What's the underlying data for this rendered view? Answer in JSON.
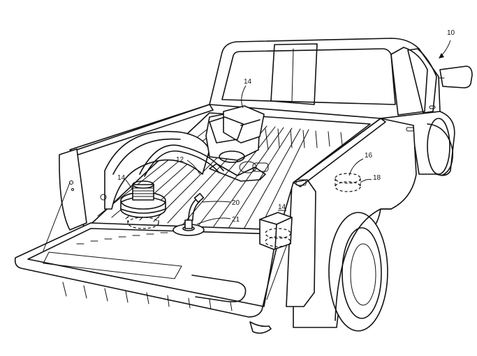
{
  "labels": {
    "truck": "10",
    "engine_top": "14",
    "bed_liner": "12",
    "left_unit": "14",
    "right_unit": "14",
    "hose": "20",
    "fitting": "21",
    "side_port": "16",
    "side_port_ring": "18"
  }
}
